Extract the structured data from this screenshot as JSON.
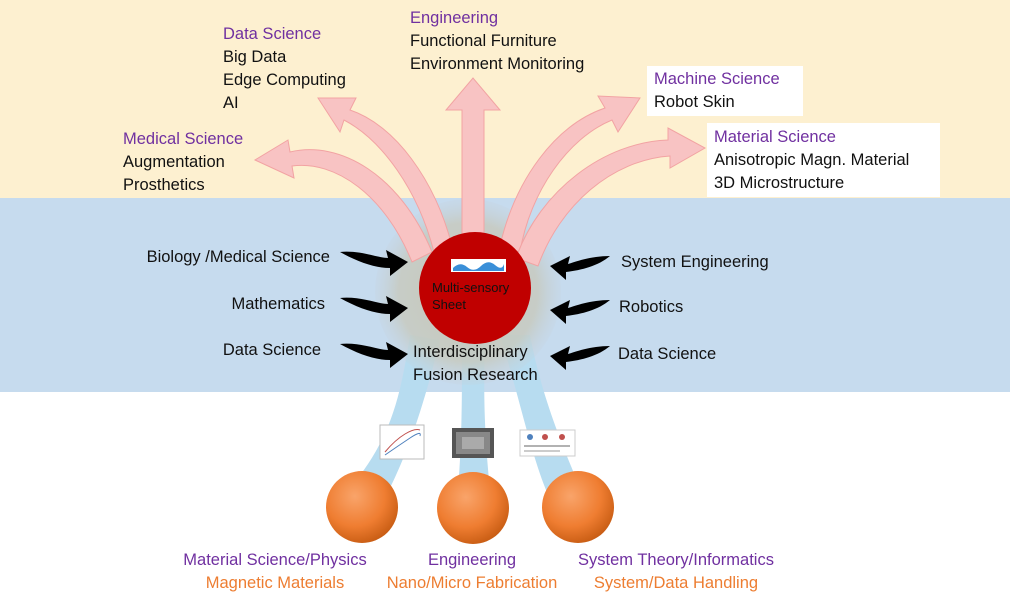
{
  "outputs": {
    "medical": {
      "title": "Medical Science",
      "items": [
        "Augmentation",
        "Prosthetics"
      ]
    },
    "data_science": {
      "title": "Data Science",
      "items": [
        "Big Data",
        "Edge Computing",
        "AI"
      ]
    },
    "engineering": {
      "title": "Engineering",
      "items": [
        "Functional Furniture",
        "Environment Monitoring"
      ]
    },
    "machine": {
      "title": "Machine Science",
      "items": [
        "Robot Skin"
      ]
    },
    "material": {
      "title": "Material Science",
      "items": [
        "Anisotropic Magn. Material",
        "3D Microstructure"
      ]
    }
  },
  "inputs_left": [
    "Biology /Medical Science",
    "Mathematics",
    "Data Science"
  ],
  "inputs_right": [
    "System Engineering",
    "Robotics",
    "Data Science"
  ],
  "center": {
    "label": "Multi-sensory Sheet",
    "caption_line1": "Interdisciplinary",
    "caption_line2": "Fusion Research"
  },
  "foundations": [
    {
      "title": "Material Science/Physics",
      "subtitle": "Magnetic Materials"
    },
    {
      "title": "Engineering",
      "subtitle": "Nano/Micro Fabrication"
    },
    {
      "title": "System Theory/Informatics",
      "subtitle": "System/Data Handling"
    }
  ],
  "colors": {
    "top_band": "#fdf0d0",
    "middle_band": "#c6dbee",
    "arrow_pink": "#f8c3c3",
    "sphere_orange": "#ef7d31",
    "center_red": "#c00000",
    "title_purple": "#7030a0",
    "subtitle_orange": "#ed7d31"
  }
}
